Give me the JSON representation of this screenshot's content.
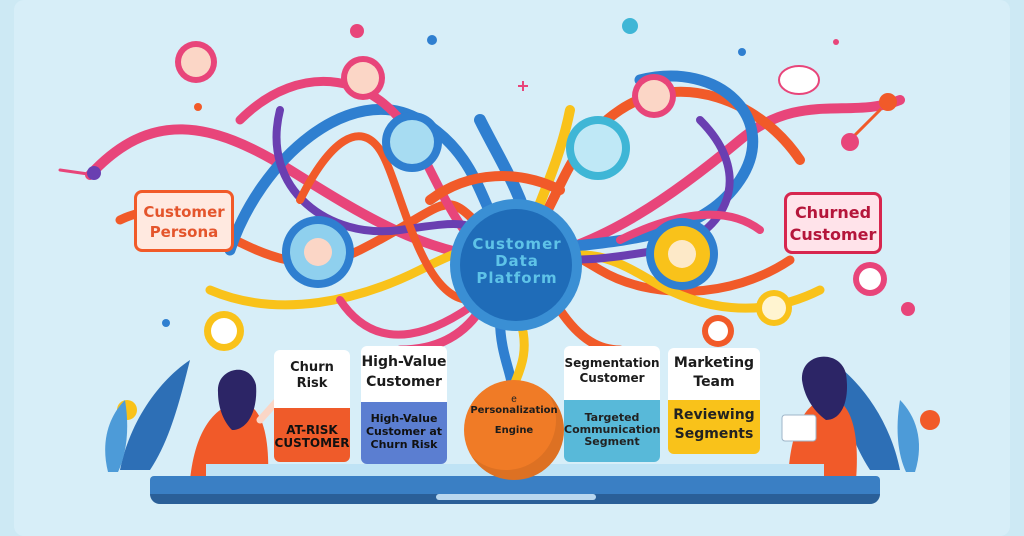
{
  "diagram": {
    "center": {
      "lines": [
        "Customer",
        "Data",
        "Platform"
      ]
    },
    "persona_label": {
      "lines": [
        "Customer",
        "Persona"
      ]
    },
    "churned_label": {
      "lines": [
        "Churned",
        "Customer"
      ]
    },
    "cards": [
      {
        "top_lines": [
          "Churn",
          "Risk"
        ],
        "bottom_lines": [
          "AT-RISK",
          "CUSTOMER"
        ]
      },
      {
        "top_lines": [
          "High-Value",
          "Customer"
        ],
        "bottom_lines": [
          "High-Value",
          "Customer at",
          "Churn Risk"
        ]
      },
      {
        "top_lines": [
          "Segmentation",
          "Customer"
        ],
        "bottom_lines": [
          "Targeted",
          "Communication",
          "Segment"
        ]
      },
      {
        "top_lines": [
          "Marketing",
          "Team"
        ],
        "bottom_lines": [
          "Reviewing",
          "Segments"
        ]
      }
    ],
    "engine": {
      "lines": [
        "Personalization",
        "Engine"
      ],
      "icon": "e"
    }
  },
  "colors": {
    "background": "#cde9f4",
    "orange": "#f15a29",
    "pink": "#e8457a",
    "blue": "#2f7fd0",
    "yellow": "#f9c21a",
    "teal": "#3fb6d6",
    "purple": "#6a3fb1"
  },
  "icons": [
    "avatar-icon",
    "gear-icon",
    "network-icon",
    "chat-bubble-icon",
    "pie-chart-icon",
    "document-icon",
    "leaf-icon",
    "person-illustration"
  ]
}
